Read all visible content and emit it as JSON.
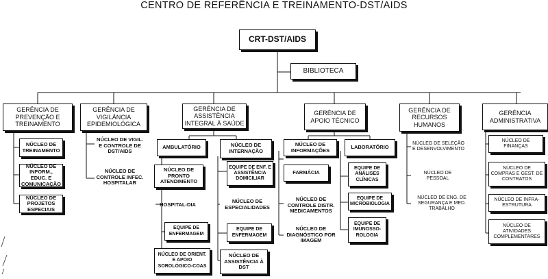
{
  "title": "CENTRO DE REFERÊNCIA E TREINAMENTO-DST/AIDS",
  "root": "CRT-DST/AIDS",
  "library": "BIBLIOTECA",
  "departments": [
    {
      "name": "GERÊNCIA DE PREVENÇÃO E TREINAMENTO",
      "units": [
        "NÚCLEO DE TREINAMENTO",
        "NÚCLEO DE INFORM., EDUC. E COMUNICAÇÃO",
        "NÚCLEO DE PROJETOS ESPECIAIS"
      ]
    },
    {
      "name": "GERÊNCIA DE VIGILÂNCIA EPIDEMIOLÓGICA",
      "units": [
        "NÚCLEO DE VIGIL. E CONTROLE DE DST/AIDS",
        "NÚCLEO DE CONTROLE INFEC. HOSPITALAR"
      ]
    },
    {
      "name": "GERÊNCIA DE ASSISTÊNCIA INTEGRAL À SAÚDE",
      "left_units": [
        "AMBULATÓRIO",
        "NÚCLEO DE PRONTO ATENDIMENTO",
        "HOSPITAL-DIA",
        "EQUIPE DE ENFERMAGEM",
        "NÚCLEO DE ORIENT. E APOIO SOROLÓGICO-COAS"
      ],
      "right_units": [
        "NÚCLEO DE INTERNAÇÃO",
        "EQUIPE DE ENF. E ASSISTÊNCIA DOMICILIAR",
        "NÚCLEO DE ESPECIALIDADES",
        "EQUIPE DE ENFERMAGEM",
        "NÚCLEO DE ASSISTÊNCIA À DST"
      ]
    },
    {
      "name": "GERÊNCIA DE APOIO TÉCNICO",
      "left_units": [
        "NÚCLEO DE INFORMAÇÕES",
        "FARMÁCIA",
        "NÚCLEO DE CONTROLE DISTR. MEDICAMENTOS",
        "NÚCLEO DE DIAGNÓSTICO POR IMAGEM"
      ],
      "right_units": [
        "LABORATÓRIO",
        "EQUIPE DE ANÁLISES CLÍNICAS",
        "EQUIPE DE MICROBIOLOGIA",
        "EQUIPE DE IMUNOSSO-ROLOGIA"
      ]
    },
    {
      "name": "GERÊNCIA DE RECURSOS HUMANOS",
      "units": [
        "NÚCLEO DE SELEÇÃO E DESENVOLVIMENTO",
        "NÚCLEO DE PESSOAL",
        "NÚCLEO DE ENG. DE SEGURANÇA E MED. TRABALHO"
      ]
    },
    {
      "name": "GERÊNCIA ADMINISTRATIVA",
      "units": [
        "NÚCLEO DE FINANÇAS",
        "NÚCLEO DE COMPRAS E GEST. DE CONTRATOS",
        "NÚCLEO DE INFRA-ESTRUTURA",
        "NÚCLEO DE ATIVIDADES COMPLEMENTARES"
      ]
    }
  ]
}
